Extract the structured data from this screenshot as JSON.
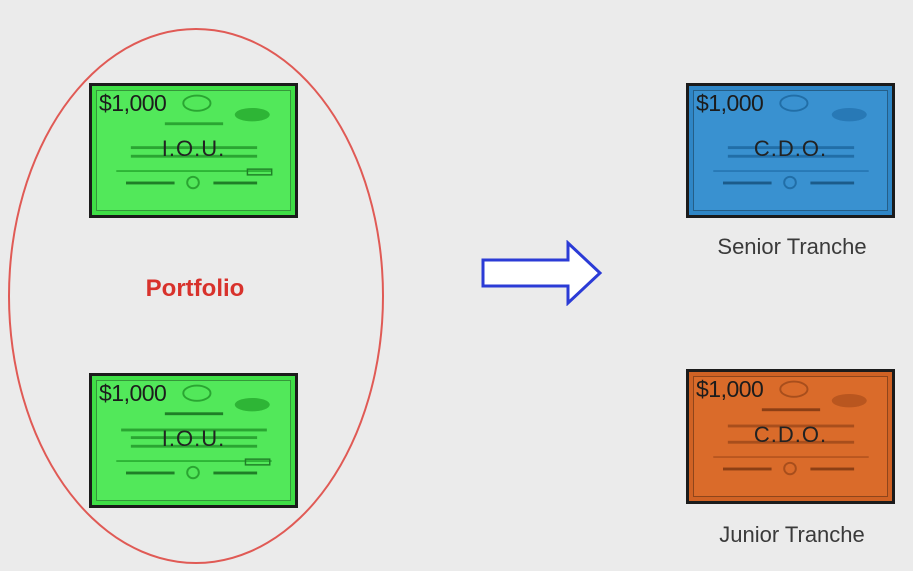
{
  "portfolio": {
    "label": "Portfolio",
    "notes": [
      {
        "amount": "$1,000",
        "name": "I.O.U."
      },
      {
        "amount": "$1,000",
        "name": "I.O.U."
      }
    ]
  },
  "tranches": [
    {
      "amount": "$1,000",
      "name": "C.D.O.",
      "label": "Senior Tranche",
      "color": "#2f86c6"
    },
    {
      "amount": "$1,000",
      "name": "C.D.O.",
      "label": "Junior Tranche",
      "color": "#d06224"
    }
  ],
  "colors": {
    "ellipse": "#e05a55",
    "portfolio_label": "#d8322c",
    "iou": "#3fdf46",
    "arrow": "#2b3bd6"
  },
  "icons": {
    "arrow": "right-arrow-icon"
  }
}
